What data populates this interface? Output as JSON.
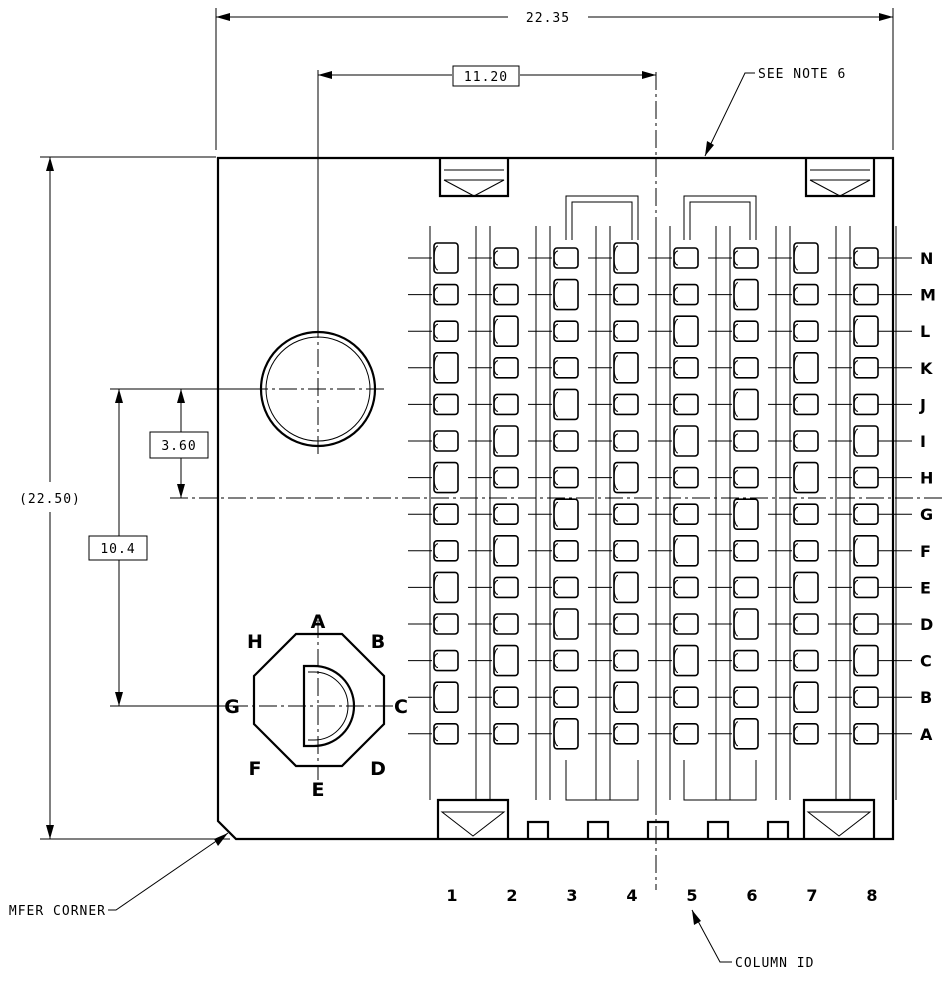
{
  "drawing": {
    "overall_width": "22.35",
    "overall_height": "(22.50)",
    "hole_offset_x": "11.20",
    "hole_offset_y": "3.60",
    "key_offset_y": "10.4",
    "note_ref": "SEE NOTE 6",
    "chamfer_note": "MFER CORNER",
    "column_id_note": "COLUMN ID"
  },
  "row_labels": [
    "N",
    "M",
    "L",
    "K",
    "J",
    "I",
    "H",
    "G",
    "F",
    "E",
    "D",
    "C",
    "B",
    "A"
  ],
  "column_labels": [
    "1",
    "2",
    "3",
    "4",
    "5",
    "6",
    "7",
    "8"
  ],
  "polarization_key": [
    "A",
    "B",
    "C",
    "D",
    "E",
    "F",
    "G",
    "H"
  ]
}
